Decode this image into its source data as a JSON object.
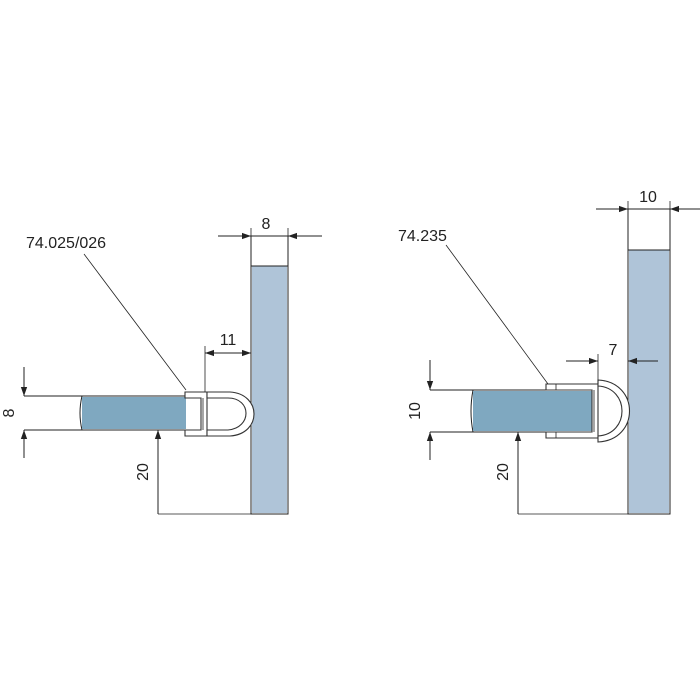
{
  "colors": {
    "glass_panel": "#afc4d8",
    "glass_edge": "#7fa8c0",
    "outline": "#222222"
  },
  "left_drawing": {
    "part_number": "74.025/026",
    "dim_wall_glass": "8",
    "dim_gap": "11",
    "dim_glass_thickness": "8",
    "dim_offset_bottom": "20"
  },
  "right_drawing": {
    "part_number": "74.235",
    "dim_wall_glass": "10",
    "dim_gap": "7",
    "dim_glass_thickness": "10",
    "dim_offset_bottom": "20"
  }
}
